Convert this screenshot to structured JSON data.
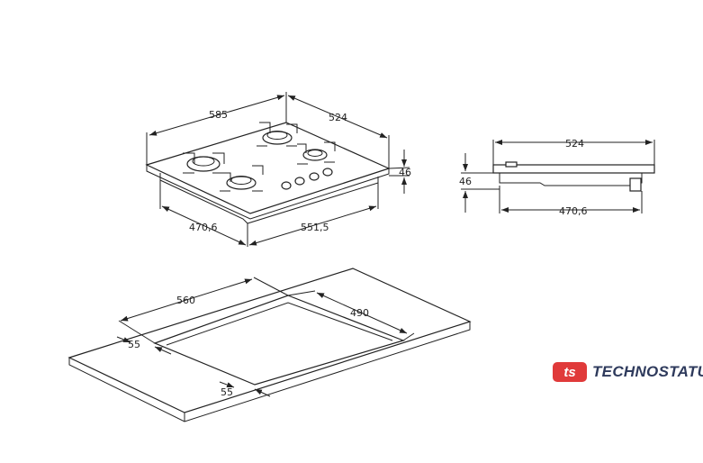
{
  "hob_iso": {
    "width_label": "585",
    "depth_label": "524",
    "height_label": "46",
    "cut_depth_label": "470,6",
    "cut_width_label": "551,5"
  },
  "hob_side": {
    "depth_label": "524",
    "height_label": "46",
    "cut_depth_label": "470,6"
  },
  "countertop": {
    "cutout_width_label": "560",
    "cutout_depth_label": "490",
    "margin_side_label": "55",
    "margin_front_label": "55"
  },
  "brand": {
    "mark": "ts",
    "name": "TECHNOSTATUS",
    "color": "#e03a3a",
    "text_color": "#2e3a5c"
  }
}
